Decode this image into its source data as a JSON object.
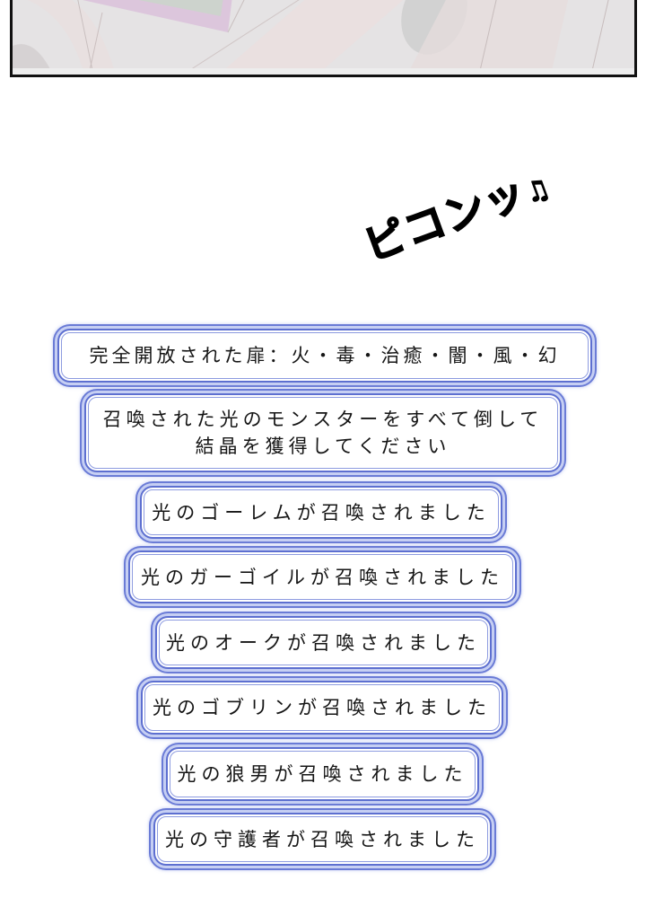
{
  "panel": {
    "description": "pale pastel abstract illustration (cropped bottom of previous comic panel)",
    "colors": {
      "base": "#e4e2e3",
      "pink": "#e9dcdd",
      "lavender": "#dcc4dc",
      "sage": "#c9d0ca",
      "gray_ellipse": "#cfcfcf",
      "border": "#111111"
    }
  },
  "sound_effect": {
    "text": "ピコンッ",
    "note_icon": "♫"
  },
  "box_colors": {
    "outer": "#6a7bd6",
    "gap": "#c6cff3",
    "inner": "#5d6fd0",
    "fill": "#ffffff",
    "text": "#151515"
  },
  "messages": [
    {
      "text": "完全開放された扉：火・毒・治癒・闇・風・幻"
    },
    {
      "text": "召喚された光のモンスターをすべて倒して\n結晶を獲得してください"
    },
    {
      "text": "光のゴーレムが召喚されました"
    },
    {
      "text": "光のガーゴイルが召喚されました"
    },
    {
      "text": "光のオークが召喚されました"
    },
    {
      "text": "光のゴブリンが召喚されました"
    },
    {
      "text": "光の狼男が召喚されました"
    },
    {
      "text": "光の守護者が召喚されました"
    }
  ]
}
